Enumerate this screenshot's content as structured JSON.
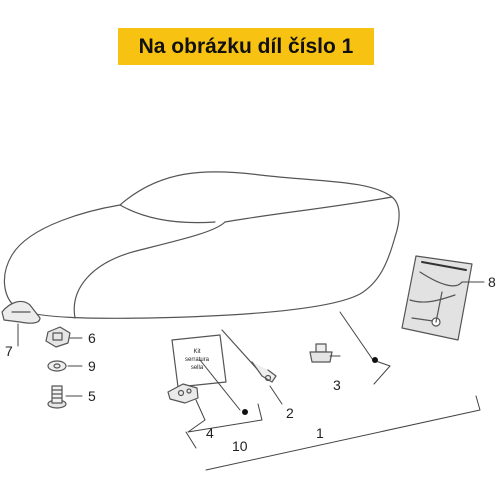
{
  "banner": {
    "text": "Na obrázku díl číslo 1",
    "color": "#f7c212"
  },
  "kit_label": {
    "line1": "Kit",
    "line2": "serratura",
    "line3": "sella"
  },
  "callouts": [
    "1",
    "2",
    "3",
    "4",
    "5",
    "6",
    "7",
    "8",
    "9",
    "10"
  ]
}
